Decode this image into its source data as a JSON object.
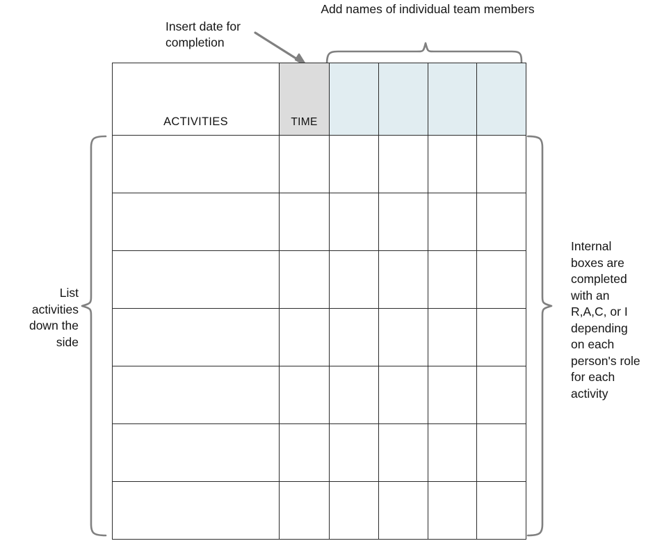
{
  "annotations": {
    "top_right": "Add names of individual team members",
    "insert_date": "Insert date for\ncompletion",
    "left": "List\nactivities\ndown the\nside",
    "right": "Internal\nboxes are\ncompleted\nwith an\nR,A,C, or I\ndepending\non each\nperson's role\nfor each\nactivity"
  },
  "table": {
    "headers": {
      "activities": "ACTIVITIES",
      "time": "TIME",
      "members": [
        "",
        "",
        "",
        ""
      ]
    },
    "body_row_count": 7,
    "column_count": 6,
    "rows": [
      {
        "activity": "",
        "time": "",
        "members": [
          "",
          "",
          "",
          ""
        ]
      },
      {
        "activity": "",
        "time": "",
        "members": [
          "",
          "",
          "",
          ""
        ]
      },
      {
        "activity": "",
        "time": "",
        "members": [
          "",
          "",
          "",
          ""
        ]
      },
      {
        "activity": "",
        "time": "",
        "members": [
          "",
          "",
          "",
          ""
        ]
      },
      {
        "activity": "",
        "time": "",
        "members": [
          "",
          "",
          "",
          ""
        ]
      },
      {
        "activity": "",
        "time": "",
        "members": [
          "",
          "",
          "",
          ""
        ]
      },
      {
        "activity": "",
        "time": "",
        "members": [
          "",
          "",
          "",
          ""
        ]
      }
    ]
  },
  "colors": {
    "time_header_fill": "#dcdcdc",
    "member_header_fill": "#e1edf1",
    "grid_line": "#2b2b2b",
    "brace_stroke": "#808080",
    "arrow_stroke": "#808080",
    "text": "#151515",
    "background": "#ffffff"
  }
}
